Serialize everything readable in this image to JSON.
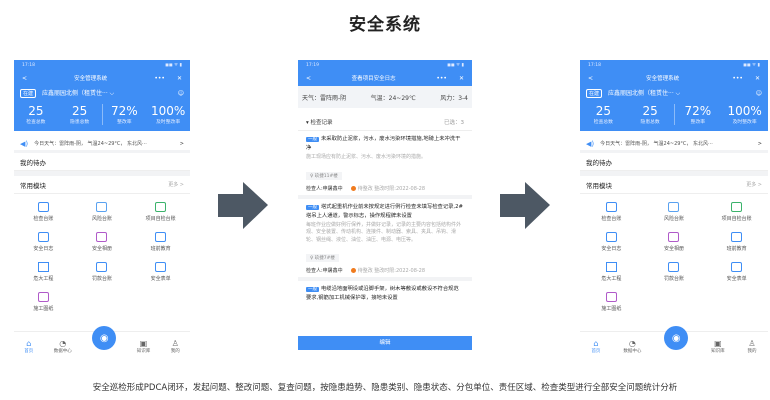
{
  "title": "安全系统",
  "caption": "安全巡检形成PDCA闭环，发起问题、整改问题、复查问题，按隐患趋势、隐患类别、隐患状态、分包单位、责任区域、检查类型进行全部安全问题统计分析",
  "home": {
    "status_time": "17:18",
    "status_icons": "◼◼ ᯤ ▮",
    "nav_title": "安全管理系统",
    "back": "<",
    "more": "•••",
    "close": "✕",
    "project_tag": "在建",
    "project_name": "应鑫丽园北侧（租赁住··· ⌵",
    "stats": [
      {
        "value": "25",
        "label": "检查总数"
      },
      {
        "value": "25",
        "label": "隐患总数"
      },
      {
        "value": "72%",
        "label": "整改率"
      },
      {
        "value": "100%",
        "label": "及时整改率"
      }
    ],
    "weather": "今日天气：雷阵雨-阴， 气温24~29°C， 东北风···",
    "weather_chevron": ">",
    "todo_title": "我的待办",
    "modules_title": "常用模块",
    "more_label": "更多 >",
    "modules": [
      {
        "label": "检查台账",
        "color": "#3f8ef5"
      },
      {
        "label": "风险台账",
        "color": "#5aa2f0"
      },
      {
        "label": "项目自检台账",
        "color": "#3bb36b"
      },
      {
        "label": "安全日志",
        "color": "#3f8ef5"
      },
      {
        "label": "安全相册",
        "color": "#b05ac9"
      },
      {
        "label": "班前教育",
        "color": "#3f8ef5"
      },
      {
        "label": "危大工程",
        "color": "#3f8ef5"
      },
      {
        "label": "罚款台账",
        "color": "#3f8ef5"
      },
      {
        "label": "安全表单",
        "color": "#3f8ef5"
      },
      {
        "label": "施工图纸",
        "color": "#b05ac9"
      }
    ],
    "tabs": [
      {
        "label": "首页",
        "icon": "⌂"
      },
      {
        "label": "数据中心",
        "icon": "◔"
      },
      {
        "label": "",
        "icon": "◉"
      },
      {
        "label": "知识库",
        "icon": "▣"
      },
      {
        "label": "我的",
        "icon": "♙"
      }
    ]
  },
  "log": {
    "status_time": "17:19",
    "status_icons": "◼◼ ᯤ ▮",
    "nav_title": "查看项目安全日志",
    "back": "<",
    "more": "•••",
    "close": "✕",
    "weather": "天气：雷阵雨-阴",
    "temp": "气温：24~29℃",
    "wind": "风力：3-4",
    "records_title": "▾ 检查记录",
    "records_count": "已选：3",
    "items": [
      {
        "badge": "一般",
        "title": "未采取防止泥浆，污水，废水污染环境措施,地磅上未冲洗干净",
        "desc": "施工现场应有防止泥浆、污水、废水污染环境的措施。",
        "location": "♀ 玖捷11#楼",
        "inspector": "检查人:申屠鑫中",
        "status": "待整改",
        "deadline": "整改时限:2022-08-28"
      },
      {
        "badge": "一般",
        "title": "塔式起重机作业前未按规定进行例行检查未填写检查记录,2#塔吊上人通道，警示标志，操作规程牌未设置",
        "desc": "每班作业应做好例行保养，并做好记录，记录的主要内容包括结构件外观、安全装置、传动机构、连接件、制动器、索具、夹具、吊钩、滑轮、钢丝绳、液位、油位、油压、电源、电压等。",
        "location": "♀ 玖捷7#楼",
        "inspector": "检查人:申屠鑫中",
        "status": "待整改",
        "deadline": "整改时限:2022-08-28"
      },
      {
        "badge": "一般",
        "title": "电缆沿地面明设或沿脚手架，树木等敷设或敷设不符合规范要求,钢筋加工机械保护罩，接地未设置",
        "desc": "",
        "location": "",
        "inspector": "",
        "status": "",
        "deadline": ""
      }
    ],
    "edit_label": "编辑"
  },
  "colors": {
    "primary": "#3f8ef5",
    "arrow": "#4d5864",
    "pending": "#f07b1e"
  }
}
